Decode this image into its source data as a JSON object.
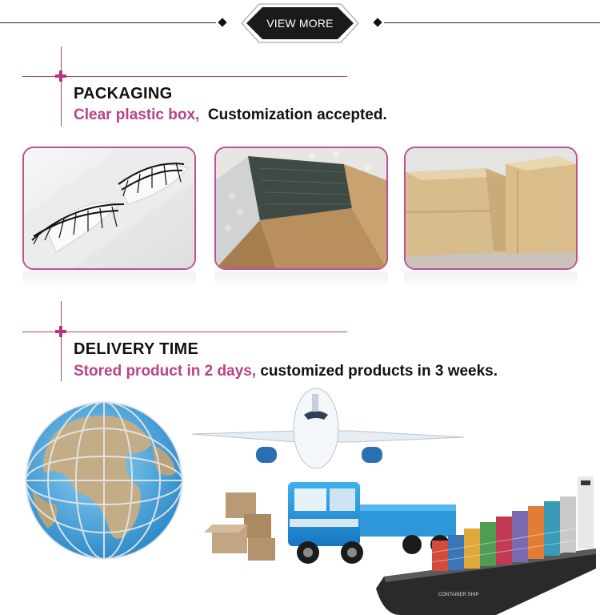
{
  "banner": {
    "button_label": "VIEW MORE"
  },
  "packaging": {
    "title": "PACKAGING",
    "highlight": "Clear plastic box,",
    "text": "Customization accepted.",
    "photos": [
      {
        "name": "lash-tray-photo"
      },
      {
        "name": "open-carton-photo"
      },
      {
        "name": "sealed-cartons-photo"
      }
    ]
  },
  "delivery": {
    "title": "DELIVERY TIME",
    "highlight": "Stored product in 2 days,",
    "text": "customized products in 3 weeks."
  },
  "illustration": {
    "ship_hull_text": "CONTAINER SHIP"
  },
  "colors": {
    "accent": "#b8428a",
    "rule": "#a3477c",
    "banner": "#1a1a1a"
  }
}
